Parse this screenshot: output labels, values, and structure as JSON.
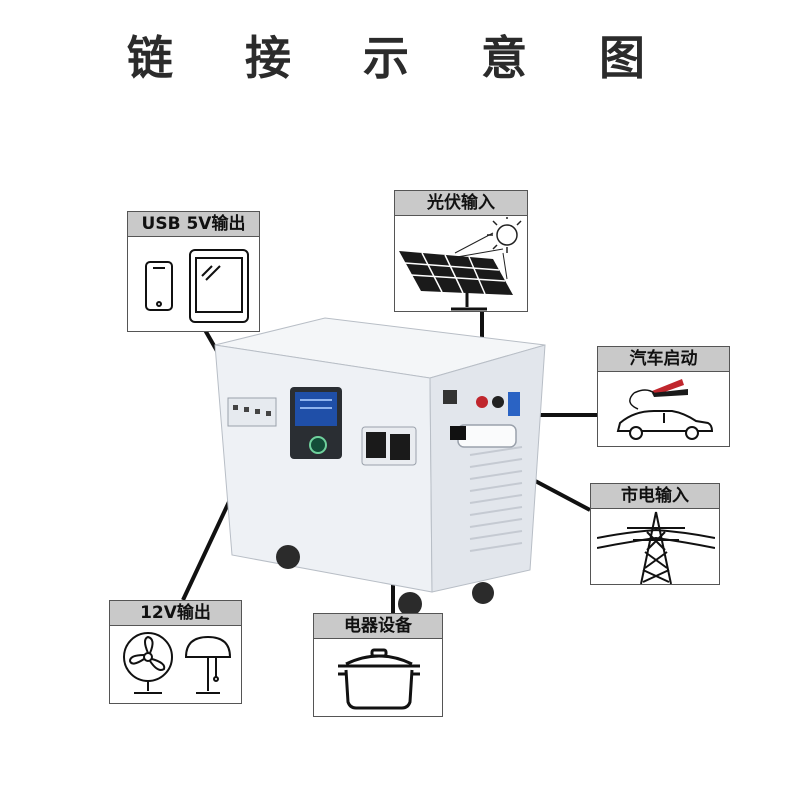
{
  "title": "链 接 示 意 图",
  "labels": {
    "usb": "USB 5V输出",
    "solar": "光伏输入",
    "car": "汽车启动",
    "grid": "市电输入",
    "dc12": "12V输出",
    "appliance": "电器设备"
  },
  "icons": {
    "usb": [
      "smartphone-icon",
      "tablet-icon"
    ],
    "solar": [
      "solar-panel-icon",
      "sun-icon"
    ],
    "car": [
      "jumper-clamp-icon",
      "car-icon"
    ],
    "grid": [
      "power-tower-icon"
    ],
    "dc12": [
      "fan-icon",
      "lamp-icon"
    ],
    "appliance": [
      "cooking-pot-icon"
    ]
  },
  "colors": {
    "header_bg": "#c9c9c9",
    "unit_body": "#eef1f5",
    "screen": "#1f4fa8"
  }
}
